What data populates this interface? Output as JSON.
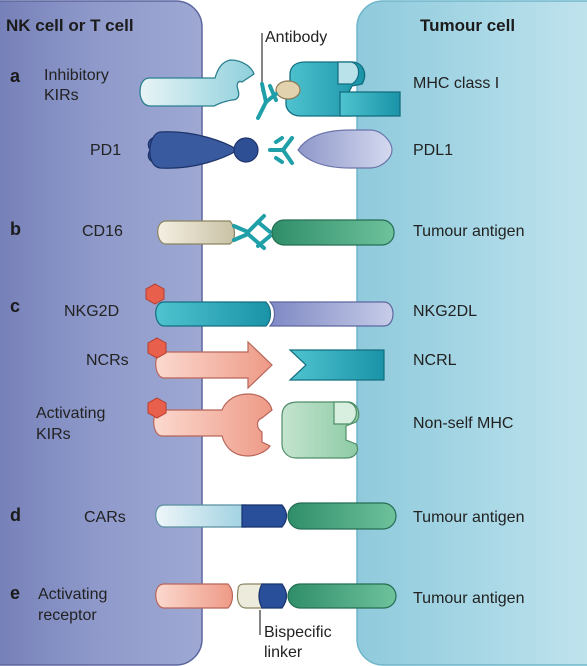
{
  "panels": {
    "left_title": "NK cell or T cell",
    "right_title": "Tumour cell"
  },
  "annotations": {
    "antibody": "Antibody",
    "bispecific_line1": "Bispecific",
    "bispecific_line2": "linker"
  },
  "rows": {
    "a": {
      "letter": "a",
      "inhibitory_kirs": [
        "Inhibitory",
        "KIRs"
      ],
      "mhc_class_i": "MHC class I",
      "pd1": "PD1",
      "pdl1": "PDL1"
    },
    "b": {
      "letter": "b",
      "cd16": "CD16",
      "tumour_antigen": "Tumour antigen"
    },
    "c": {
      "letter": "c",
      "nkg2d": "NKG2D",
      "nkg2dl": "NKG2DL",
      "ncrs": "NCRs",
      "ncrl": "NCRL",
      "activating_kirs": [
        "Activating",
        "KIRs"
      ],
      "non_self_mhc": "Non-self MHC"
    },
    "d": {
      "letter": "d",
      "cars": "CARs",
      "tumour_antigen": "Tumour antigen"
    },
    "e": {
      "letter": "e",
      "activating_receptor": [
        "Activating",
        "receptor"
      ],
      "tumour_antigen": "Tumour antigen"
    }
  },
  "colors": {
    "left_panel": "#8b96c6",
    "right_panel": "#a9d7e6",
    "antibody": "#1f9fa8",
    "pd1": "#2f4f95",
    "pdl1": "#bcc2e2",
    "teal_receptor": "#22a6b6",
    "green_antigen": "#3f9d78",
    "salmon": "#f0a592",
    "hexagon": "#e85f4c"
  }
}
